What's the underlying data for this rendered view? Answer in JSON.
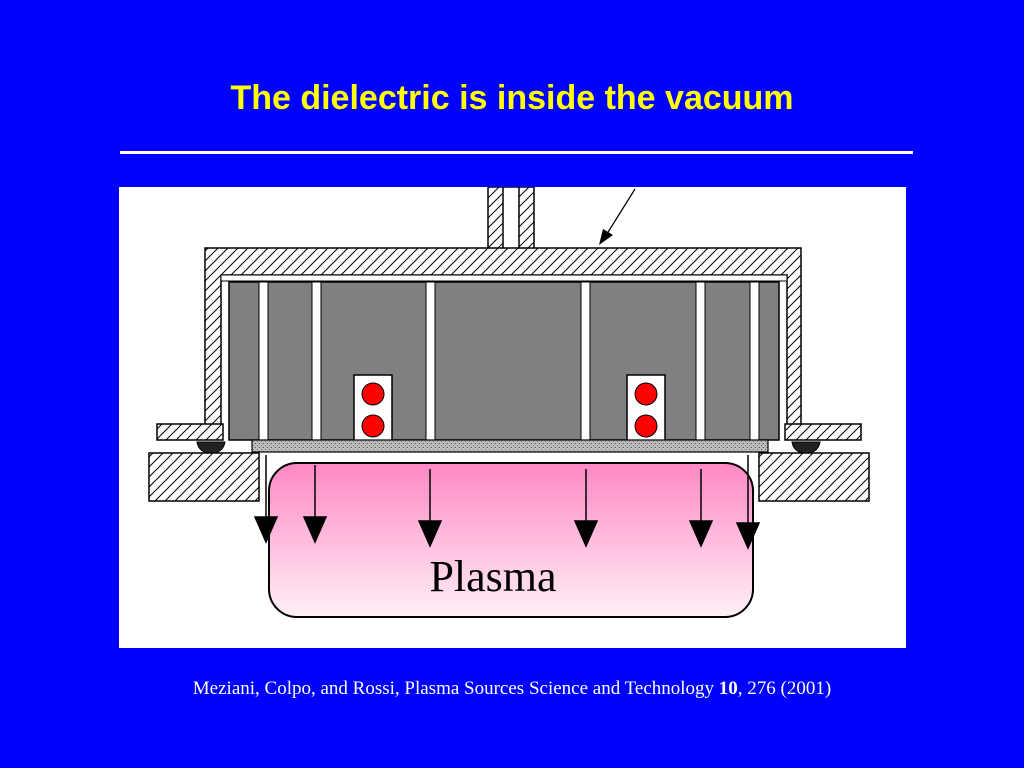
{
  "slide": {
    "title": "The dielectric is inside the vacuum"
  },
  "diagram": {
    "plasma_label": "Plasma"
  },
  "citation": {
    "authors_and_journal": "Meziani, Colpo, and Rossi, Plasma Sources Science and Technology ",
    "volume": "10",
    "rest": ", 276 (2001)"
  },
  "colors": {
    "background": "#0000ff",
    "title": "#ffff00",
    "caption": "#ffffff",
    "plasma_top": "#ff88c4",
    "plasma_bottom": "#fff0f6",
    "conductor_cross_section": "#ff0000",
    "ferrite_blocks": "#808080"
  }
}
